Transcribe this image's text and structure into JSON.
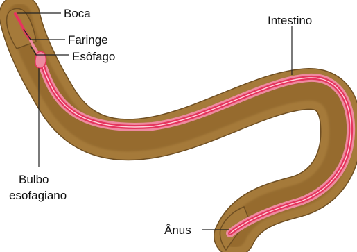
{
  "labels": {
    "boca": "Boca",
    "faringe": "Faringe",
    "esofago": "Esôfago",
    "intestino": "Intestino",
    "bulbo_line1": "Bulbo",
    "bulbo_line2": "esofagiano",
    "anus": "Ânus"
  },
  "colors": {
    "body_fill": "#a57a3a",
    "body_outline": "#6e4e22",
    "body_shade": "#8a6128",
    "intestine_outer": "#ee8aa0",
    "intestine_core": "#e5355e",
    "intestine_highlight": "#ffd2dc"
  }
}
